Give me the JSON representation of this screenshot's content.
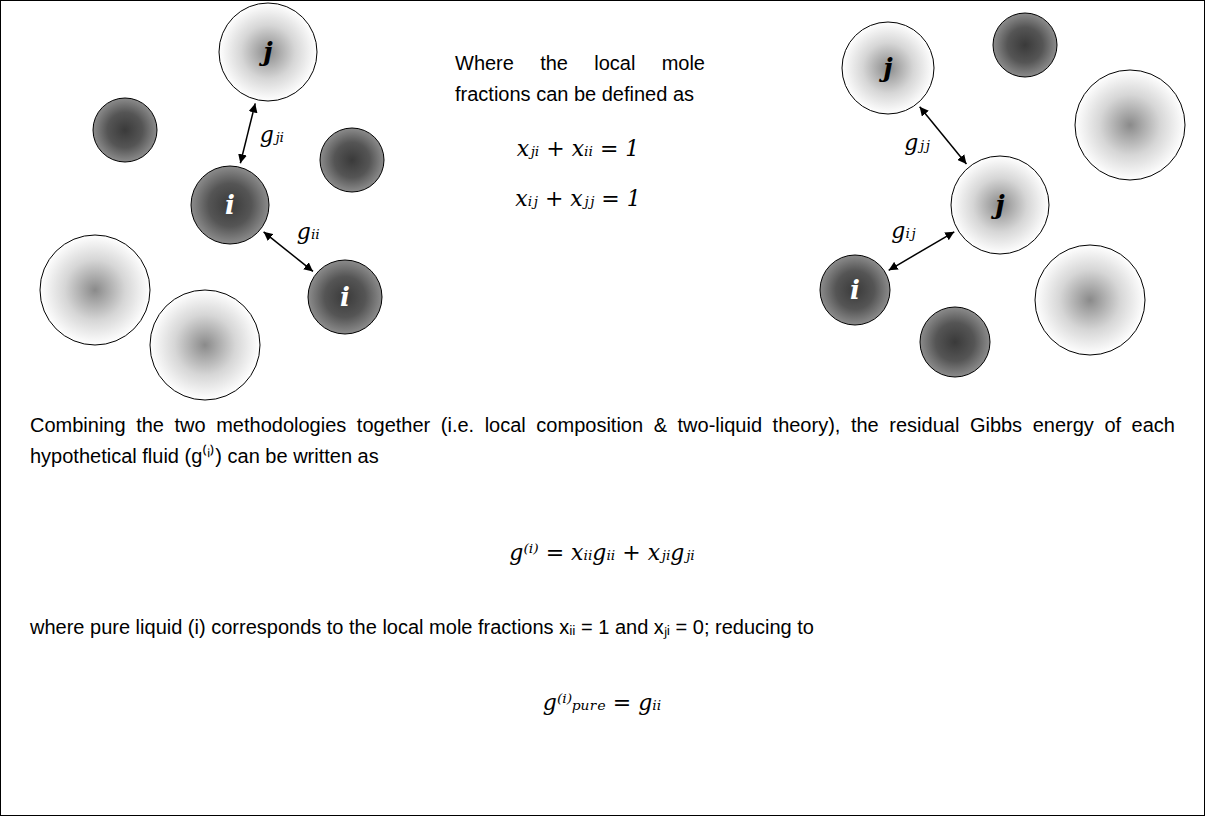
{
  "diagram": {
    "nodes": [
      {
        "text": [
          "j"
        ]
      },
      {
        "text": [
          "i"
        ]
      },
      {
        "text": [
          "i"
        ]
      },
      {
        "text": [
          "j"
        ]
      },
      {
        "text": [
          "j"
        ]
      },
      {
        "text": [
          "i"
        ]
      }
    ],
    "edges": [
      {
        "from": 0,
        "to": 1,
        "label": "gⱼᵢ",
        "arrow": "both"
      },
      {
        "from": 1,
        "to": 2,
        "label": "gᵢᵢ",
        "arrow": "both"
      },
      {
        "from": 3,
        "to": 4,
        "label": "gⱼⱼ",
        "arrow": "both"
      },
      {
        "from": 4,
        "to": 5,
        "label": "gᵢⱼ",
        "arrow": "both"
      }
    ],
    "labels": [
      "Where the local mole fractions can be defined as",
      "xⱼᵢ + xᵢᵢ = 1",
      "xᵢⱼ + xⱼⱼ = 1",
      "Combining the two methodologies together (i.e. local composition & two-liquid theory), the residual Gibbs energy of each hypothetical fluid (g⁽ⁱ⁾) can be written as",
      "g⁽ⁱ⁾ = xᵢᵢgᵢᵢ + xⱼᵢgⱼᵢ",
      "where pure liquid (i) corresponds to the local mole fractions xᵢᵢ = 1 and xⱼᵢ = 0; reducing to",
      "g⁽ⁱ⁾ₚᵤᵣₑ = gᵢᵢ"
    ]
  }
}
